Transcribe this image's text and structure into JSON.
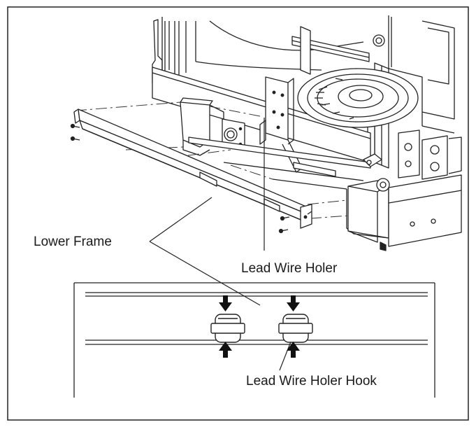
{
  "labels": {
    "lower_frame": "Lower Frame",
    "lead_wire_holer": "Lead Wire Holer",
    "lead_wire_holer_hook": "Lead Wire Holer Hook"
  }
}
